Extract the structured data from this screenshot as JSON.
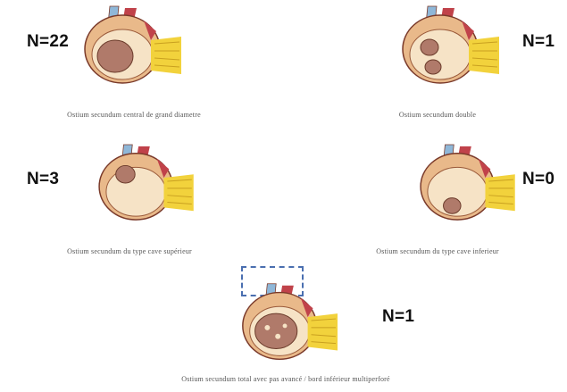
{
  "panels": [
    {
      "count": "N=22",
      "caption": "Ostium secundum central de grand diametre"
    },
    {
      "count": "N=1",
      "caption": "Ostium secundum double"
    },
    {
      "count": "N=3",
      "caption": "Ostium secundum du type cave supérieur"
    },
    {
      "count": "N=0",
      "caption": "Ostium secundum du type cave inferieur"
    },
    {
      "count": "N=1",
      "caption": "Ostium secundum total avec pas avancé / bord inférieur multiperforé"
    }
  ],
  "colors": {
    "heart_body": "#e9b98a",
    "heart_outline": "#7a3a2a",
    "vessel_blue": "#8fb7d8",
    "vessel_red": "#c0424a",
    "fat_yellow": "#f2d23c",
    "septum_cream": "#f6e3c6",
    "defect": "#b07a6a",
    "dashed_box": "#4a6fb0"
  }
}
